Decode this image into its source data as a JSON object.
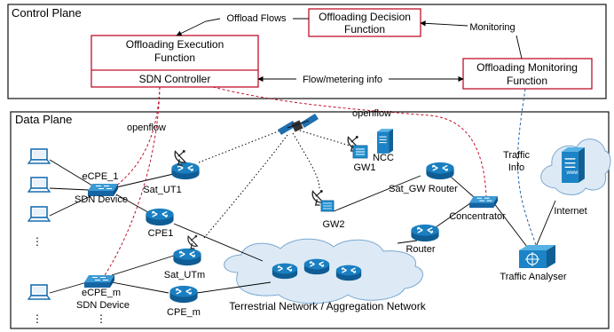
{
  "planes": {
    "control": "Control Plane",
    "data": "Data Plane"
  },
  "control_boxes": {
    "decision_line1": "Offloading Decision",
    "decision_line2": "Function",
    "execution_line1": "Offloading Execution",
    "execution_line2": "Function",
    "sdn_controller": "SDN Controller",
    "monitoring_line1": "Offloading Monitoring",
    "monitoring_line2": "Function"
  },
  "control_links": {
    "offload_flows": "Offload Flows",
    "monitoring": "Monitoring",
    "flow_metering": "Flow/metering info"
  },
  "data_labels": {
    "openflow_left": "openflow",
    "openflow_right": "openflow",
    "traffic_info_line1": "Traffic",
    "traffic_info_line2": "Info",
    "ecpe1_line1": "eCPE_1",
    "ecpe1_line2": "SDN Device",
    "ecpem_line1": "eCPE_m",
    "ecpem_line2": "SDN Device",
    "sat_ut1": "Sat_UT1",
    "cpe1": "CPE1",
    "sat_utm": "Sat_UTm",
    "cpe_m": "CPE_m",
    "gw1": "GW1",
    "ncc": "NCC",
    "gw2": "GW2",
    "sat_gw_router": "Sat_GW Router",
    "concentrator": "Concentrator",
    "router": "Router",
    "internet": "Internet",
    "www": "www",
    "traffic_analyser": "Traffic Analyser",
    "terrestrial": "Terrestrial Network / Aggregation Network",
    "dots1": "⋮",
    "dots2": "⋮",
    "dots3": "⋮"
  },
  "colors": {
    "box_border": "#c0102a",
    "openflow_line": "#c0102a",
    "traffic_line": "#1f5fa8",
    "router": "#1672b0",
    "cloud": "#ddeaf6",
    "server": "#1f8fcf"
  }
}
